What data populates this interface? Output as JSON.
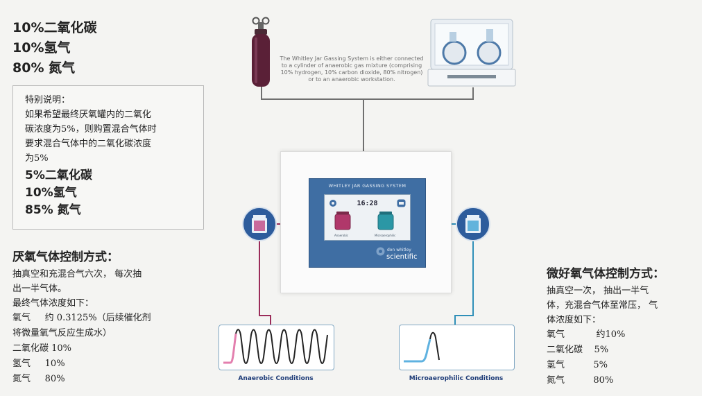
{
  "top_mix": [
    "10%二氧化碳",
    "10%氢气",
    "80% 氮气"
  ],
  "note": {
    "heading": "特别说明：",
    "lines": [
      "如果希望最终厌氧罐内的二氧化",
      "碳浓度为5%，则购置混合气体时",
      "要求混合气体中的二氧化碳浓度",
      "为5%"
    ],
    "mix": [
      "5%二氧化碳",
      "10%氢气",
      "85% 氮气"
    ]
  },
  "description": [
    "The Whitley Jar Gassing System is either connected",
    "to a cylinder of anaerobic gas mixture (comprising",
    "10% hydrogen, 10% carbon dioxide, 80% nitrogen)",
    "or to an anaerobic workstation."
  ],
  "device": {
    "title": "WHITLEY JAR GASSING SYSTEM",
    "time": "16:28",
    "left_jar": "Anaerobic",
    "right_jar": "Microaerophilic",
    "brand_top": "don whitley",
    "brand_bottom": "scientific"
  },
  "anaerobic": {
    "title": "厌氧气体控制方式：",
    "body": [
      "抽真空和充混合气六次， 每次抽",
      "出一半气体。",
      "最终气体浓度如下："
    ],
    "gases": [
      "氧气     约 0.3125%（后续催化剂",
      "将微量氧气反应生成水）",
      "二氧化碳 10%",
      "氢气     10%",
      "氮气     80%"
    ],
    "chart_label": "Anaerobic Conditions"
  },
  "micro": {
    "title": "微好氧气体控制方式：",
    "body": [
      "抽真空一次， 抽出一半气",
      "体，充混合气体至常压， 气",
      "体浓度如下："
    ],
    "gases": [
      "氧气           约10%",
      "二氧化碳    5%",
      "氢气          5%",
      "氮气          80%"
    ],
    "chart_label": "Microaerophilic Conditions"
  },
  "colors": {
    "anaerobic": "#9b2c5a",
    "micro": "#2f8fb8",
    "panel": "#3f6ea3",
    "line_gray": "#6f6f6f"
  }
}
